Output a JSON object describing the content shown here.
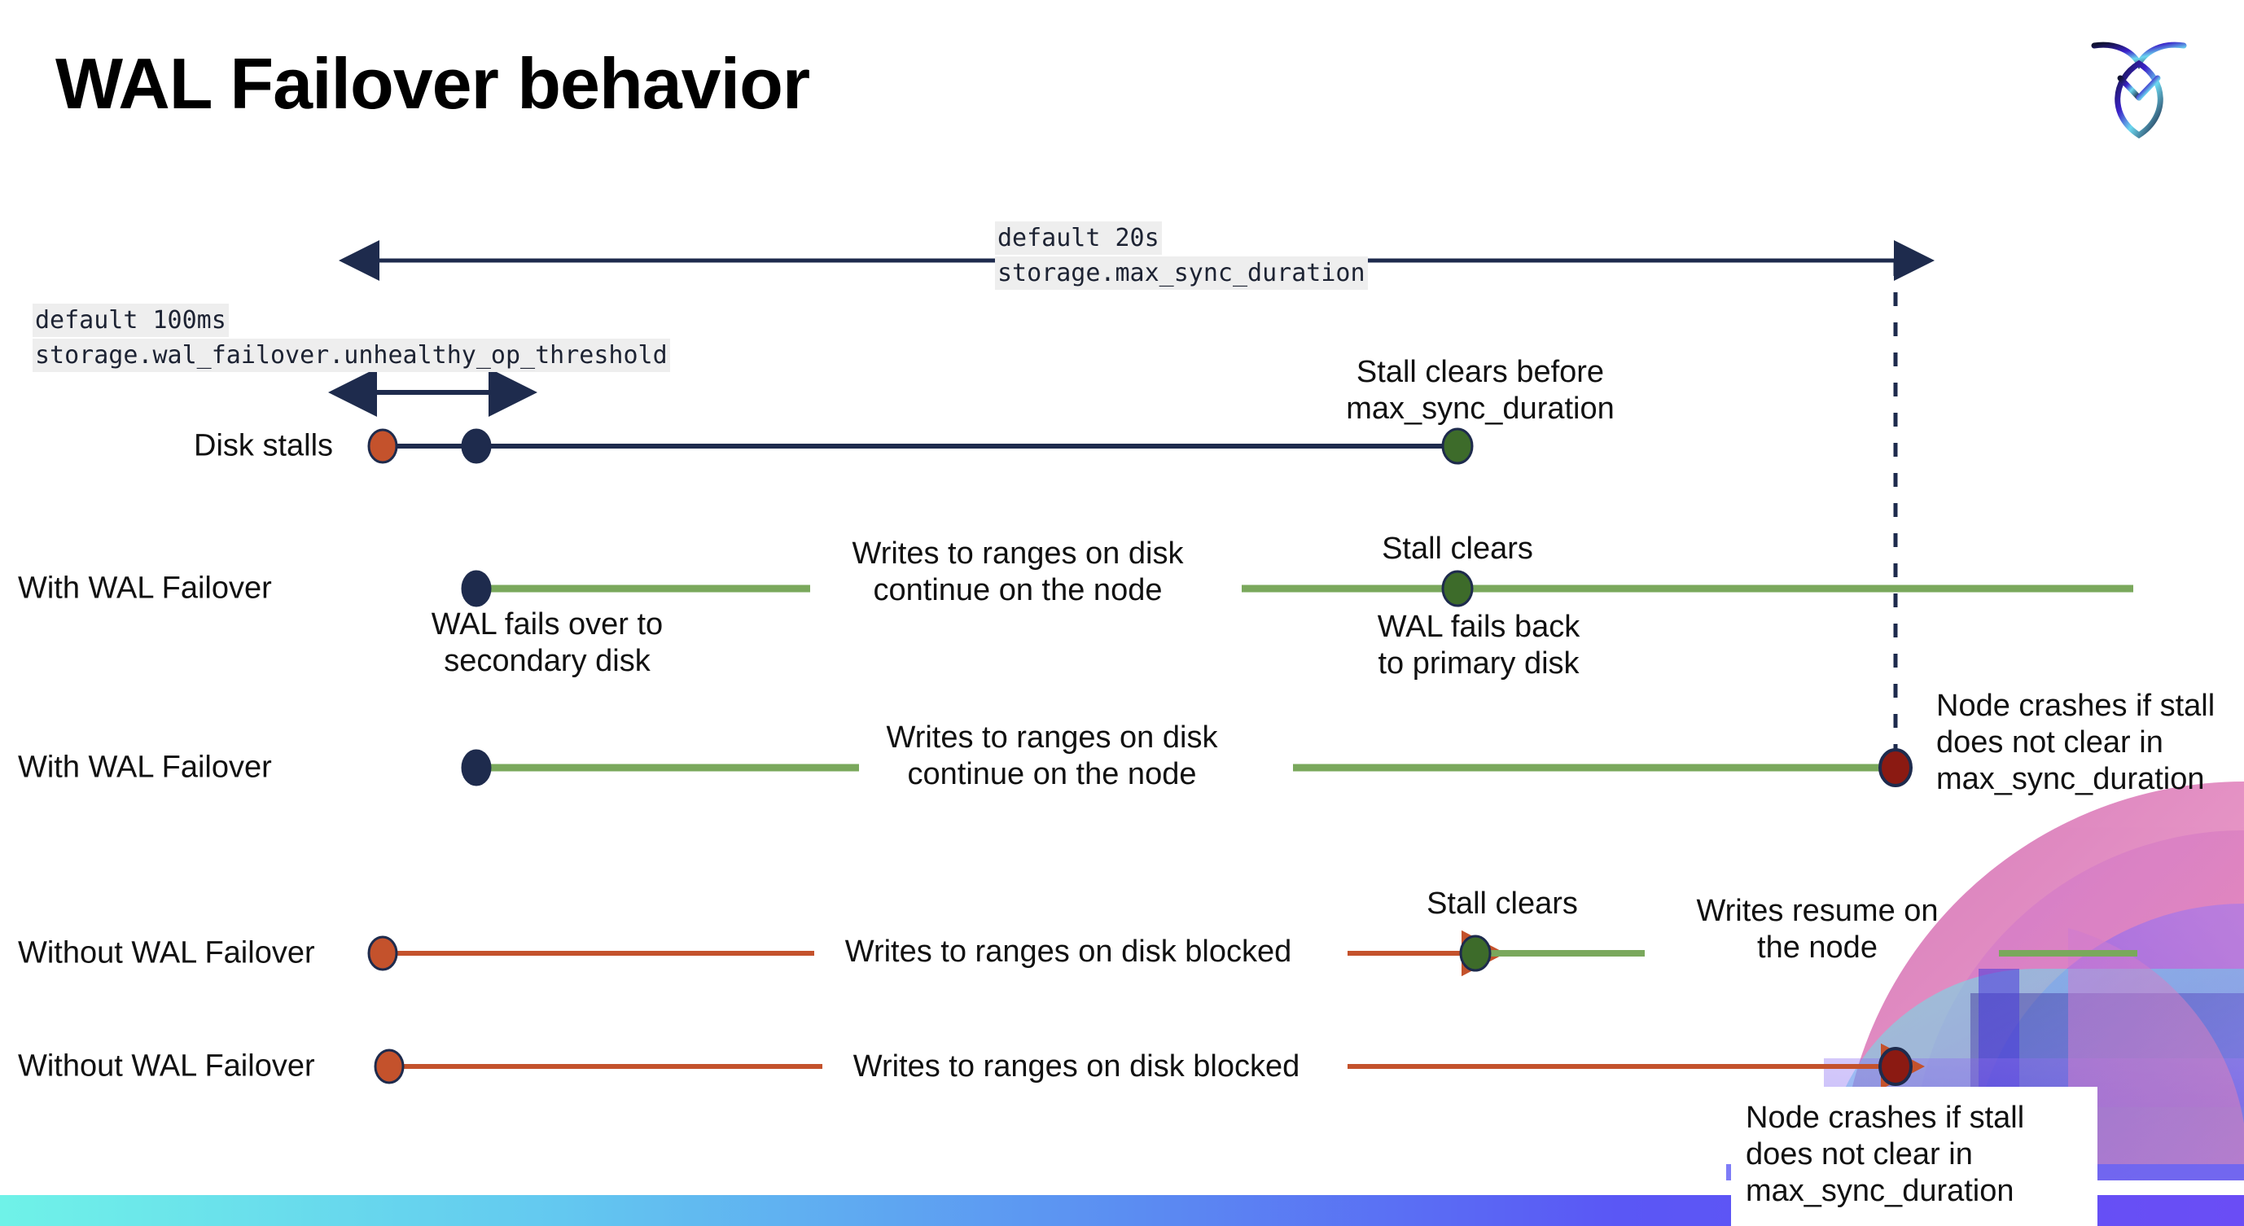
{
  "slide": {
    "title": "WAL Failover behavior",
    "logo_name": "cockroachdb-logo"
  },
  "annotations": {
    "max_sync": {
      "line1": "default 20s",
      "line2": "storage.max_sync_duration"
    },
    "unhealthy_op": {
      "line1": "default 100ms",
      "line2": "storage.wal_failover.unhealthy_op_threshold"
    }
  },
  "rows": [
    {
      "id": "disk-stalls",
      "label": "Disk stalls",
      "notes": [
        {
          "id": "stall-clears-before",
          "text": "Stall clears before\nmax_sync_duration"
        }
      ]
    },
    {
      "id": "with-wal-failover-1",
      "label": "With WAL Failover",
      "notes": [
        {
          "id": "wal-fails-over",
          "text": "WAL fails over to\nsecondary disk"
        },
        {
          "id": "writes-continue-1",
          "text": "Writes to ranges on disk\ncontinue on the node"
        },
        {
          "id": "stall-clears-1",
          "text": "Stall clears"
        },
        {
          "id": "wal-fails-back",
          "text": "WAL fails  back\nto primary disk"
        }
      ]
    },
    {
      "id": "with-wal-failover-2",
      "label": "With WAL Failover",
      "notes": [
        {
          "id": "writes-continue-2",
          "text": "Writes to ranges on disk\ncontinue on the node"
        },
        {
          "id": "node-crashes-1",
          "text": "Node crashes if stall\ndoes not clear in\nmax_sync_duration"
        }
      ]
    },
    {
      "id": "without-wal-failover-1",
      "label": "Without WAL Failover",
      "notes": [
        {
          "id": "writes-blocked-1",
          "text": "Writes to ranges on disk  blocked"
        },
        {
          "id": "stall-clears-2",
          "text": "Stall clears"
        },
        {
          "id": "writes-resume",
          "text": "Writes resume on\nthe node"
        }
      ]
    },
    {
      "id": "without-wal-failover-2",
      "label": "Without WAL Failover",
      "notes": [
        {
          "id": "writes-blocked-2",
          "text": "Writes to ranges on disk  blocked"
        },
        {
          "id": "node-crashes-2",
          "text": "Node crashes if stall\ndoes not clear in\nmax_sync_duration"
        }
      ]
    }
  ],
  "colors": {
    "navy": "#1e2b4d",
    "orange": "#c4522c",
    "green_line": "#7aa85c",
    "green_dot": "#3d6b2a",
    "dark_red": "#8b1a12",
    "code_bg": "#eeeeee",
    "text": "#111111"
  }
}
